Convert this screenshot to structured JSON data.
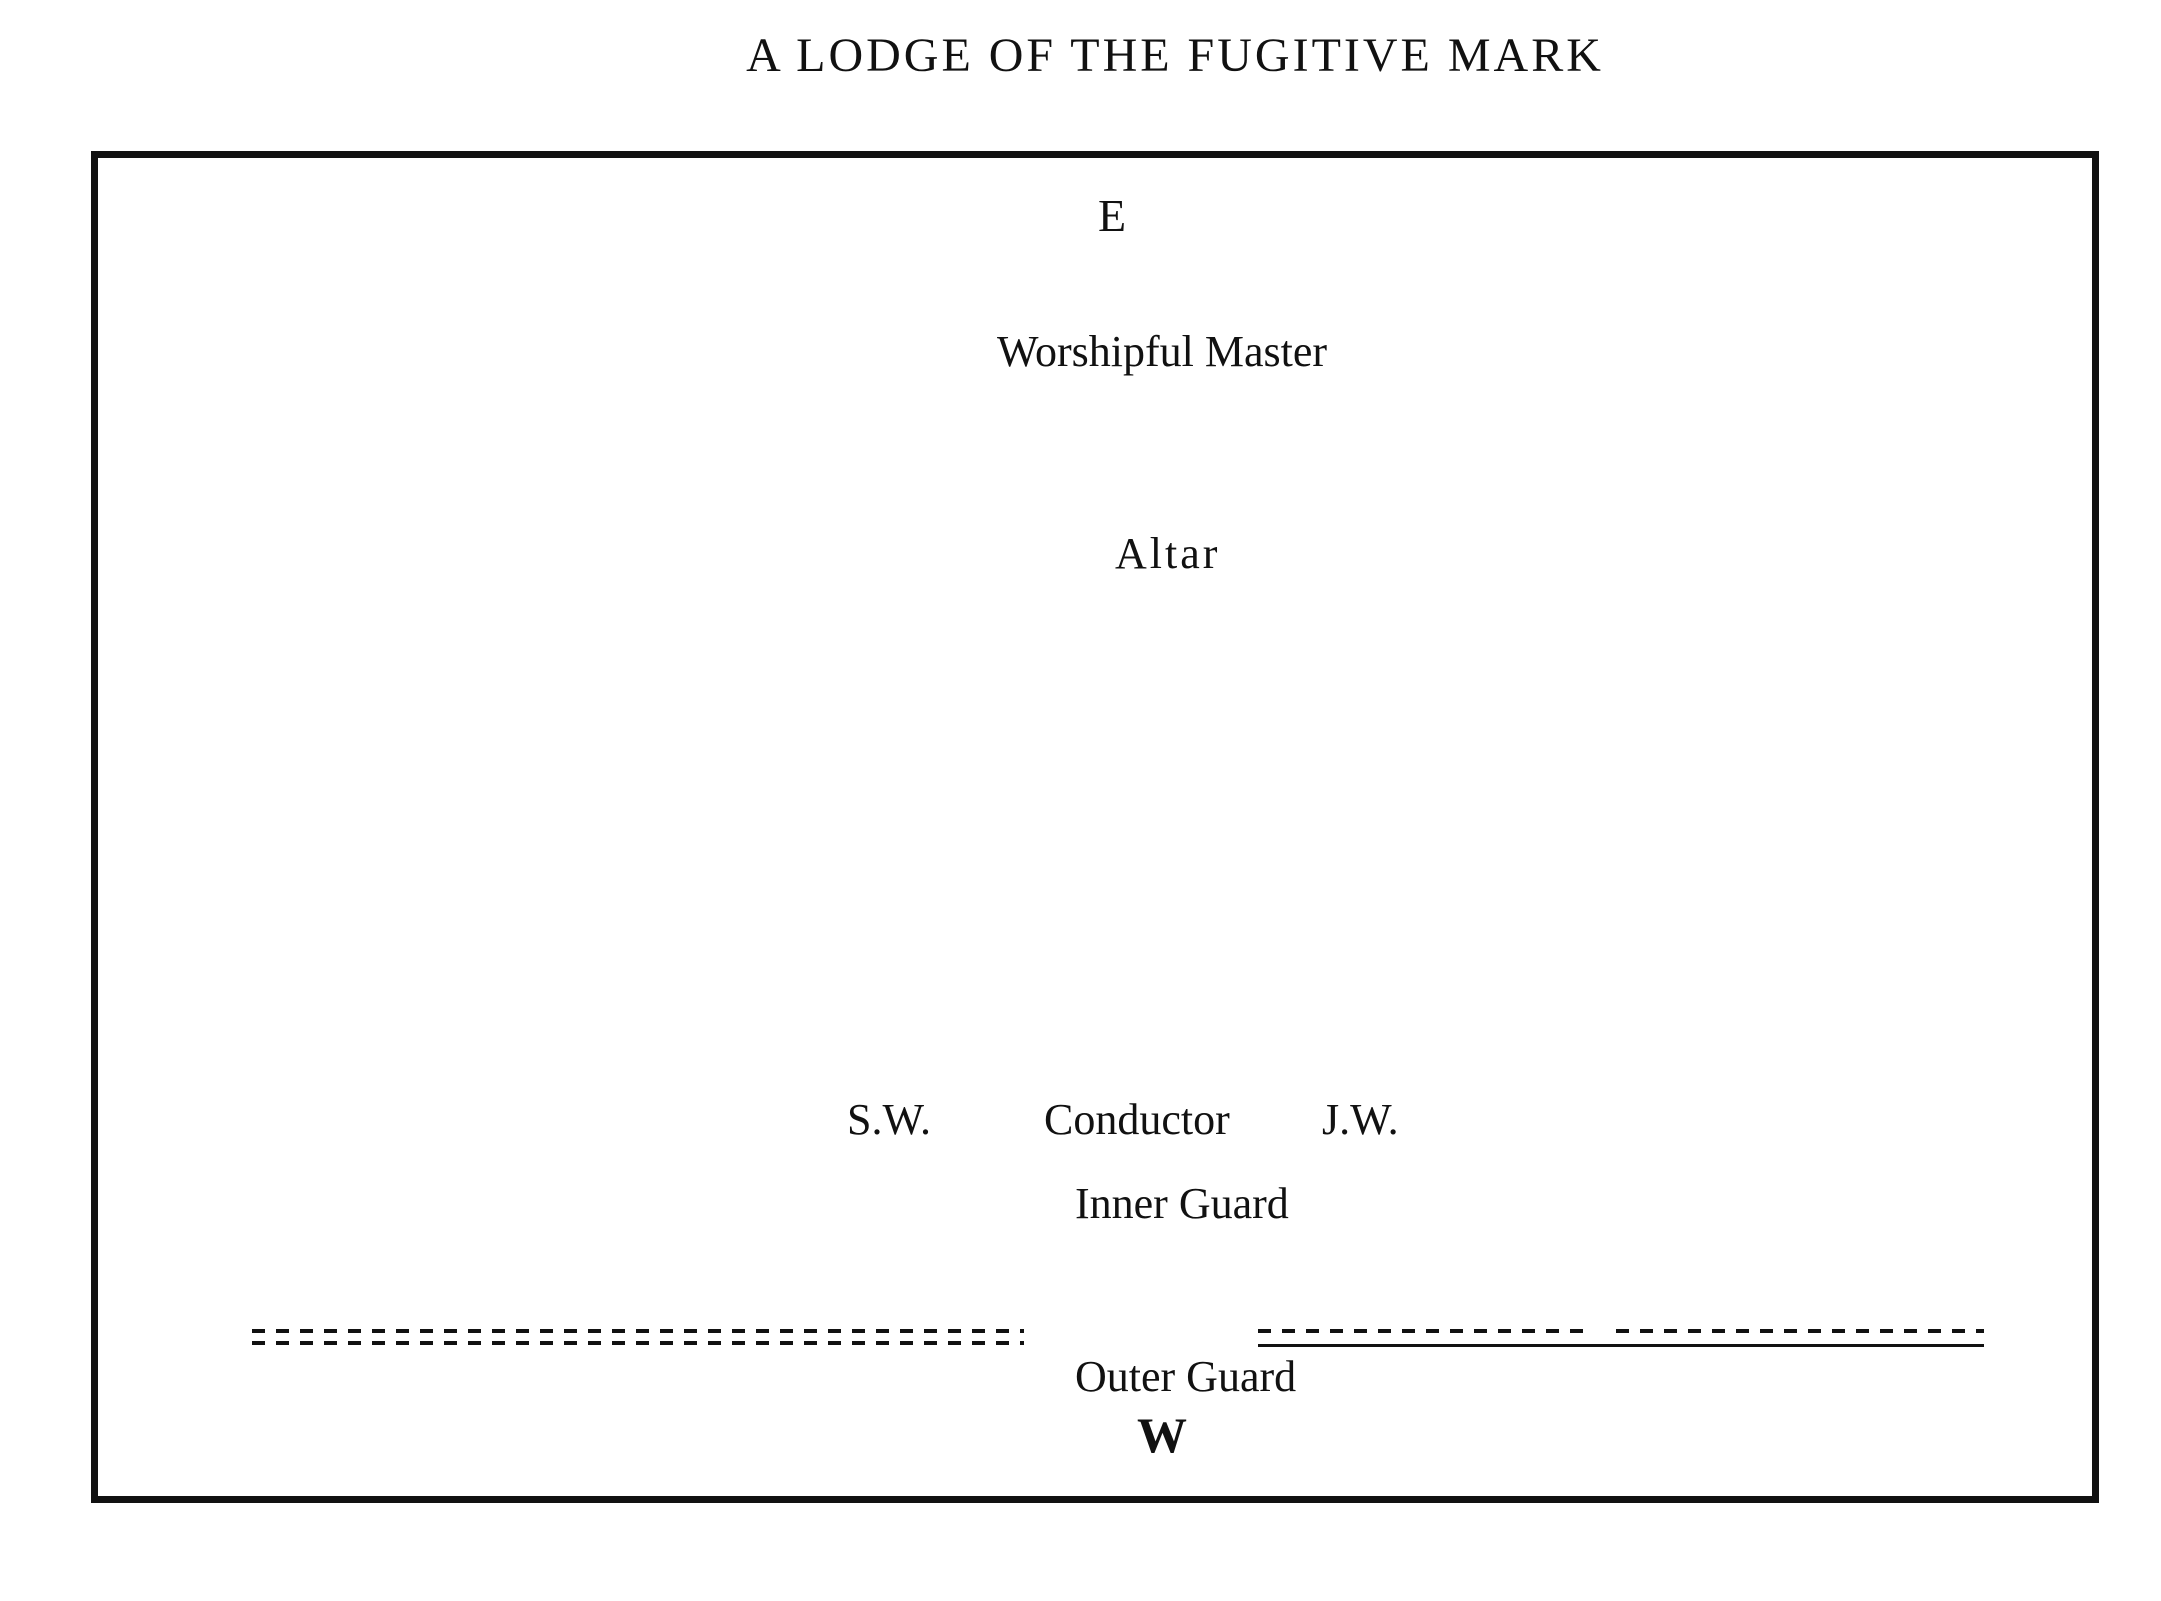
{
  "title": "A LODGE OF THE FUGITIVE MARK",
  "labels": {
    "east": "E",
    "worshipful_master": "Worshipful Master",
    "altar": "Altar",
    "senior_warden": "S.W.",
    "conductor": "Conductor",
    "junior_warden": "J.W.",
    "inner_guard": "Inner Guard",
    "outer_guard": "Outer Guard",
    "west": "W"
  },
  "colors": {
    "ink": "#111111",
    "background": "#ffffff"
  }
}
